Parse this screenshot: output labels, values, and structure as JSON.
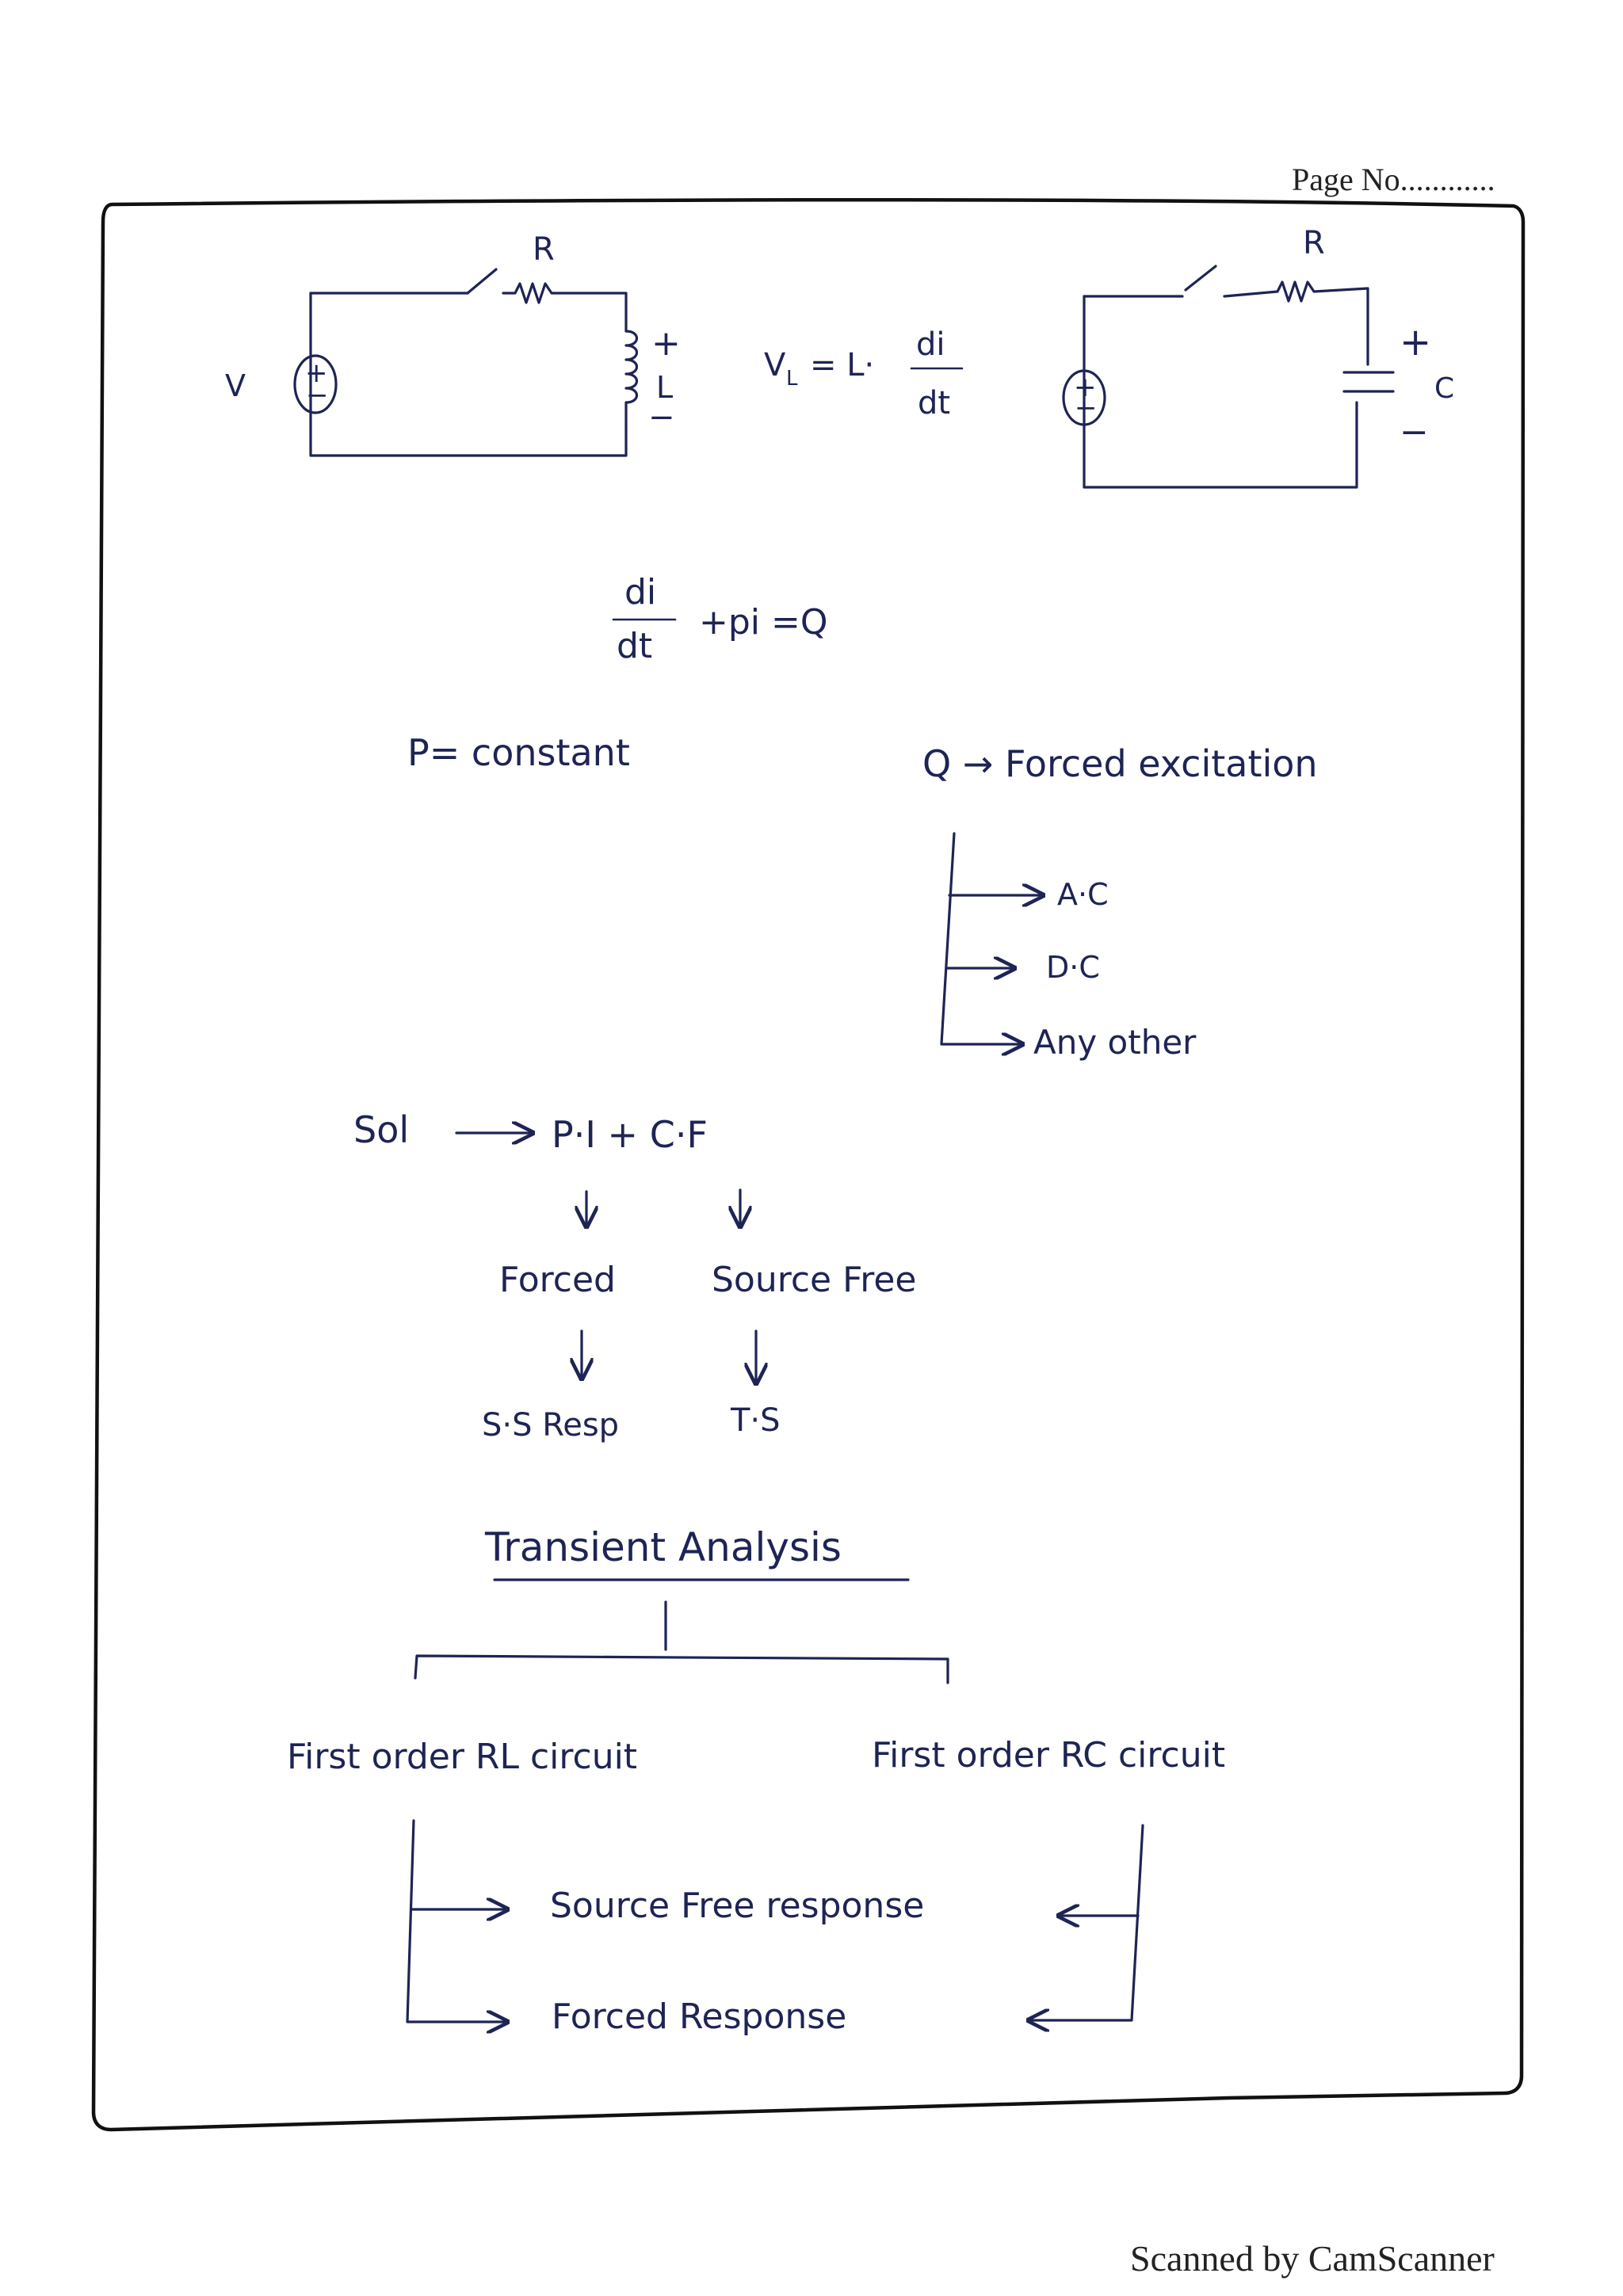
{
  "header": {
    "page_no": "Page No............"
  },
  "circuit_rl": {
    "resistor": "R",
    "source": "V",
    "inductor": "L",
    "plus": "+",
    "minus": "−",
    "src_plus": "+",
    "src_minus": "−"
  },
  "circuit_rc": {
    "resistor": "R",
    "capacitor": "C",
    "plus": "+",
    "minus": "−",
    "src_plus": "+",
    "src_minus": "−"
  },
  "equations": {
    "vl_lhs": "V",
    "vl_sub": "L",
    "vl_rhs": "= L·",
    "vl_num": "di",
    "vl_den": "dt",
    "de_num": "di",
    "de_den": "dt",
    "de_rest": "+pi =Q",
    "p_const": "P= constant"
  },
  "excitation": {
    "label": "Q → Forced excitation",
    "items": [
      "A·C",
      "D·C",
      "Any other"
    ]
  },
  "solution": {
    "sol": "Sol",
    "expr": "P·I  + C·F",
    "branch_left": "Forced",
    "branch_right": "Source Free",
    "leaf_left": "S·S Resp",
    "leaf_right": "T·S"
  },
  "transient": {
    "title": "Transient Analysis",
    "left": "First order RL circuit",
    "right": "First order RC circuit",
    "resp1": "Source  Free  response",
    "resp2": "Forced  Response"
  },
  "footer": {
    "scanner": "Scanned by CamScanner"
  }
}
